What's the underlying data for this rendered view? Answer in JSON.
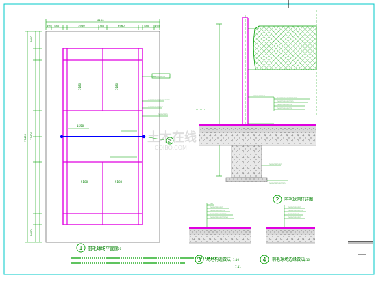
{
  "colors": {
    "background": "#ffffff",
    "frame": "#00c8c8",
    "dimension": "#00a000",
    "court_line": "#e000e0",
    "net_line": "#0000ff",
    "annotation": "#00a000",
    "ground": "#c0c0c0",
    "text_green": "#008000",
    "text_dark": "#000000"
  },
  "plan": {
    "top_dims": [
      "495",
      "480",
      "3960",
      "760",
      "3960",
      "480",
      "495"
    ],
    "side_dims": [
      "2000",
      "13400",
      "2000"
    ],
    "total_width": "6100",
    "total_length": "17400",
    "net_label": "1550",
    "court_label_left": "5180",
    "court_label_right": "5180"
  },
  "titles": {
    "t1_num": "1",
    "t1_text": "羽毛球场平面图",
    "t1_scale": "1:50",
    "t2_num": "2",
    "t2_text": "羽毛球网柱详图",
    "t3_num": "3",
    "t3_text": "场地构造做法",
    "t3_scale": "1:10",
    "t4_num": "4",
    "t4_text": "羽毛球场边缘做法",
    "t4_scale": "1:10"
  },
  "detail": {
    "dim_left": "7.11",
    "dim_bottom": "7.11"
  },
  "watermark": {
    "cn": "土木在线",
    "en": "COIBO.COM"
  },
  "title_block": {
    "name": "",
    "code": ""
  }
}
